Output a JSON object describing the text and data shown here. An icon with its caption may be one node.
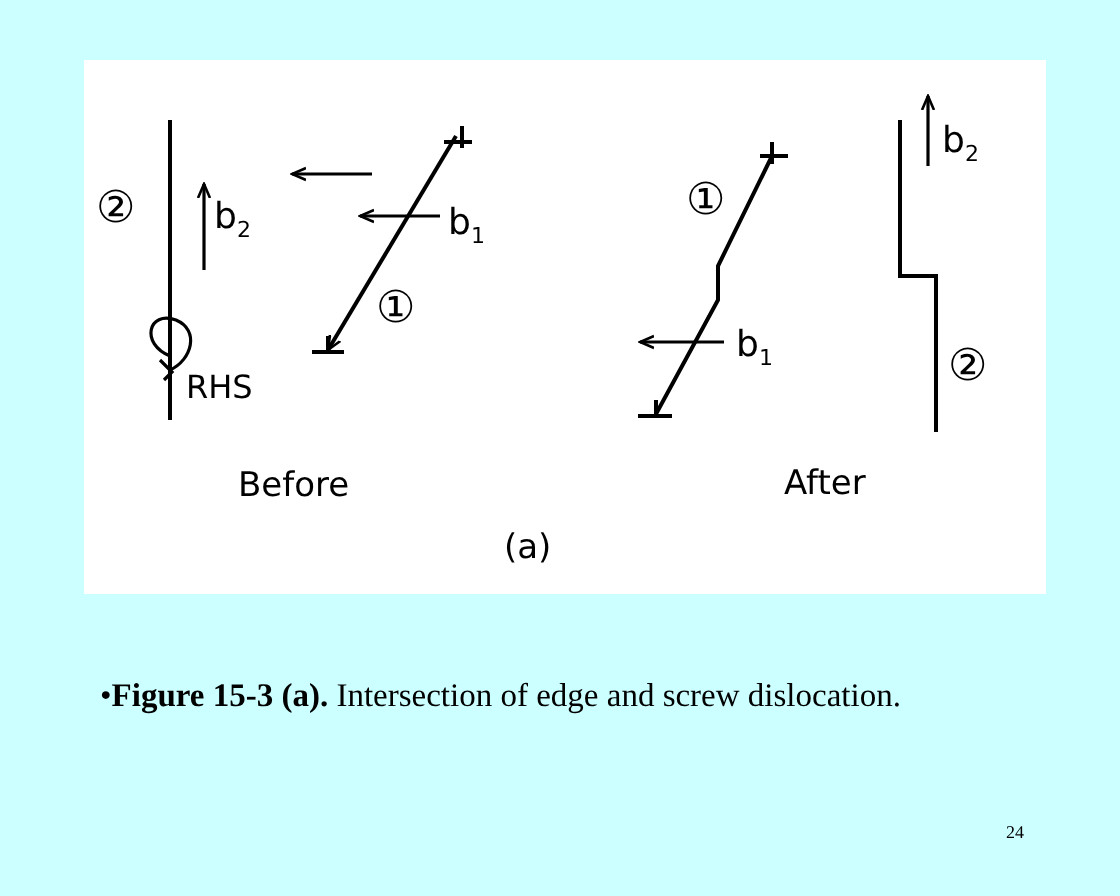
{
  "diagram": {
    "caption": "•**Figure 15-3 (a).**  Intersection of edge and screw dislocation.",
    "labels": [
      "②",
      "b$_{2}$",
      "b$_{1}$",
      "①",
      "RHS",
      "Before",
      "①",
      "b$_{1}$",
      "b$_{2}$",
      "②",
      "After",
      "(a)",
      "24"
    ]
  }
}
